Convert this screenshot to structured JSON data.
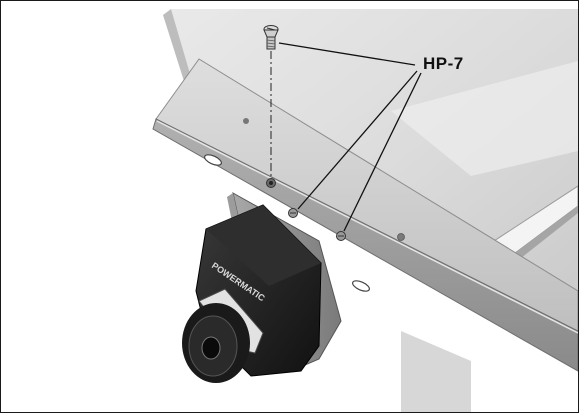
{
  "callout": {
    "label": "HP-7"
  },
  "brand": {
    "text": "POWERMATIC"
  },
  "colors": {
    "table_light": "#e2e2e2",
    "table_mid": "#cfcfcf",
    "rail_face": "#b9b9b9",
    "rail_top": "#d6d6d6",
    "rail_dark": "#8e8e8e",
    "lock_body": "#1c1c1c",
    "leader_line": "#111111"
  },
  "icons": {
    "screw": "flat-head-screw-icon",
    "rail": "angle-rail",
    "lock": "fence-lock-handle"
  }
}
